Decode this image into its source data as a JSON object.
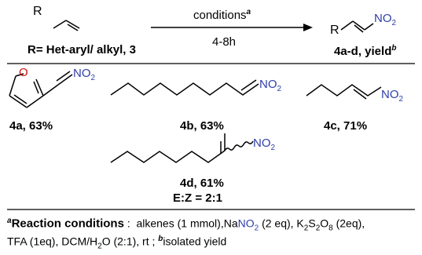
{
  "scheme": {
    "reactant_substituent": "R",
    "conditions_label": "conditions",
    "conditions_sup": "a",
    "time": "4-8h",
    "product_substituent": "R",
    "product_group": "NO",
    "product_group_sub": "2",
    "reactant_caption": "R= Het-aryl/ alkyl, 3",
    "product_caption": "4a-d, yield",
    "product_caption_sup": "b"
  },
  "compounds": [
    {
      "id": "4a",
      "yield_label": "4a, 63%",
      "heteroatom": "O",
      "group": "NO",
      "group_sub": "2"
    },
    {
      "id": "4b",
      "yield_label": "4b, 63%",
      "group": "NO",
      "group_sub": "2"
    },
    {
      "id": "4c",
      "yield_label": "4c, 71%",
      "group": "NO",
      "group_sub": "2"
    },
    {
      "id": "4d",
      "yield_label": "4d, 61%",
      "ratio_label": "E:Z = 2:1",
      "group": "NO",
      "group_sub": "2"
    }
  ],
  "footnote": {
    "line1_sup": "a",
    "line1_title": "Reaction conditions",
    "line1_colon": " : ",
    "line1_a": " alkenes (1 mmol),Na",
    "line1_no": "NO",
    "line1_no_sub": "2",
    "line1_b": " (2 eq), K",
    "line1_k_sub": "2",
    "line1_c": "S",
    "line1_s_sub": "2",
    "line1_d": "O",
    "line1_o_sub": "8",
    "line1_e": " (2eq),",
    "line2_a": "TFA (1eq), DCM/H",
    "line2_h_sub": "2",
    "line2_b": "O (2:1), rt ; ",
    "line2_sup": "b",
    "line2_c": "isolated yield"
  },
  "colors": {
    "nitro_group": "#2f3ea8",
    "heteroatom": "#d01010",
    "line": "#000000"
  }
}
